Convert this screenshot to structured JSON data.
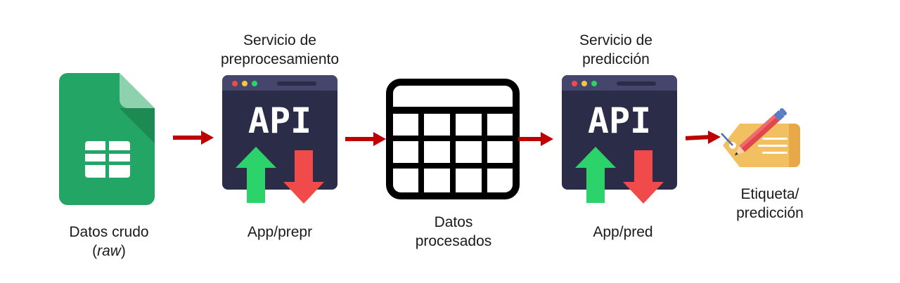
{
  "nodes": {
    "raw": {
      "label_line1": "Datos crudo",
      "label_line2_open": "(",
      "label_line2_italic": "raw",
      "label_line2_close": ")",
      "icon": "spreadsheet-icon",
      "color": "#23A566"
    },
    "prep": {
      "title_line1": "Servicio de",
      "title_line2": "preprocesamiento",
      "api_text": "API",
      "label": "App/prepr",
      "icon": "api-window-icon"
    },
    "processed": {
      "label_line1": "Datos",
      "label_line2": "procesados",
      "icon": "table-icon"
    },
    "pred": {
      "title_line1": "Servicio de",
      "title_line2": "predicción",
      "api_text": "API",
      "label": "App/pred",
      "icon": "api-window-icon"
    },
    "tag": {
      "label_line1": "Etiqueta/",
      "label_line2": "predicción",
      "icon": "tag-pencil-icon",
      "color": "#F2BF61"
    }
  },
  "colors": {
    "arrow": "#C00000",
    "api_bg": "#2B2D48",
    "api_bar": "#44476B",
    "up_arrow": "#2BD36A",
    "down_arrow": "#F04A4A"
  }
}
